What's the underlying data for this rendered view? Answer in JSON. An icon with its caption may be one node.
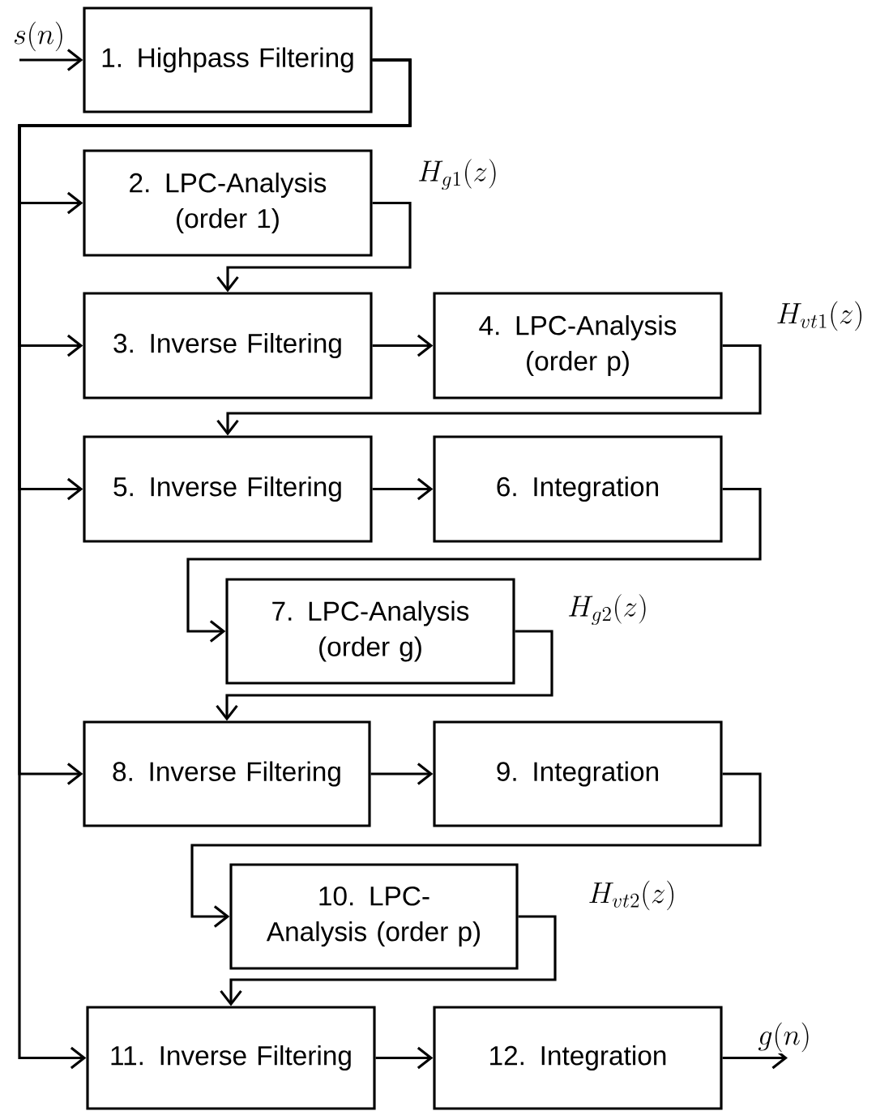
{
  "diagram": {
    "nodes": [
      {
        "text": [
          "1. Highpass Filtering"
        ]
      },
      {
        "text": [
          "2. LPC-Analysis (order 1)"
        ]
      },
      {
        "text": [
          "3. Inverse Filtering"
        ]
      },
      {
        "text": [
          "4. LPC-Analysis (order p)"
        ]
      },
      {
        "text": [
          "5. Inverse Filtering"
        ]
      },
      {
        "text": [
          "6. Integration"
        ]
      },
      {
        "text": [
          "7. LPC-Analysis (order g)"
        ]
      },
      {
        "text": [
          "8. Inverse Filtering"
        ]
      },
      {
        "text": [
          "9. Integration"
        ]
      },
      {
        "text": [
          "10. LPC-Analysis (order p)"
        ]
      },
      {
        "text": [
          "11. Inverse Filtering"
        ]
      },
      {
        "text": [
          "12. Integration"
        ]
      }
    ],
    "edges": [
      {
        "from": null,
        "to": 0,
        "arrow": "to",
        "label": "s(n)"
      },
      {
        "from": 0,
        "to": 1,
        "arrow": "to"
      },
      {
        "from": 0,
        "to": 2,
        "arrow": "to"
      },
      {
        "from": 0,
        "to": 4,
        "arrow": "to"
      },
      {
        "from": 0,
        "to": 7,
        "arrow": "to"
      },
      {
        "from": 0,
        "to": 10,
        "arrow": "to"
      },
      {
        "from": 1,
        "to": 2,
        "arrow": "to",
        "label": "H_{g1}(z)"
      },
      {
        "from": 2,
        "to": 3,
        "arrow": "to"
      },
      {
        "from": 3,
        "to": 4,
        "arrow": "to",
        "label": "H_{vt1}(z)"
      },
      {
        "from": 4,
        "to": 5,
        "arrow": "to"
      },
      {
        "from": 5,
        "to": 6,
        "arrow": "to"
      },
      {
        "from": 6,
        "to": 7,
        "arrow": "to",
        "label": "H_{g2}(z)"
      },
      {
        "from": 7,
        "to": 8,
        "arrow": "to"
      },
      {
        "from": 8,
        "to": 9,
        "arrow": "to"
      },
      {
        "from": 9,
        "to": 10,
        "arrow": "to",
        "label": "H_{vt2}(z)"
      },
      {
        "from": 10,
        "to": 11,
        "arrow": "to"
      },
      {
        "from": 11,
        "to": null,
        "arrow": "to",
        "label": "g(n)"
      }
    ]
  }
}
